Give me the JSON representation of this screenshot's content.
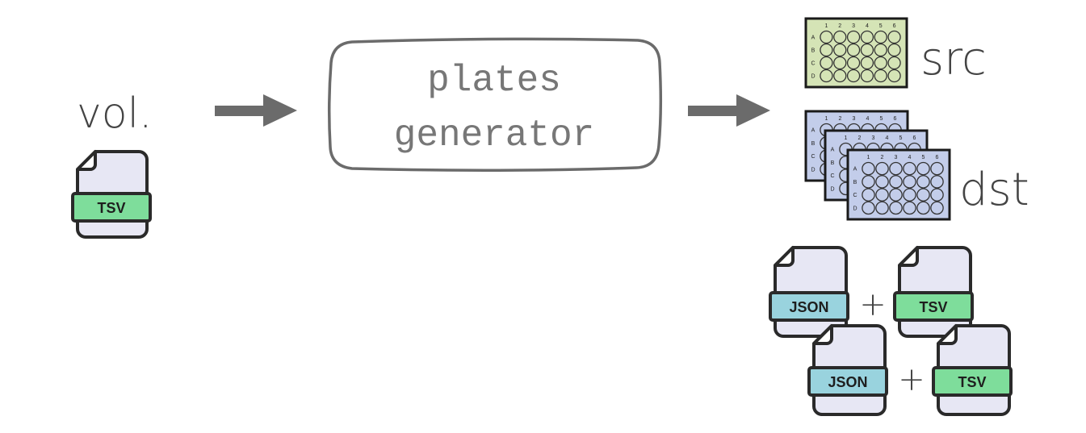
{
  "input": {
    "label": "vol.",
    "file_tag": "TSV"
  },
  "process": {
    "line1": "plates",
    "line2": "generator"
  },
  "outputs": {
    "src_label": "src",
    "dst_label": "dst",
    "plate_columns": [
      "1",
      "2",
      "3",
      "4",
      "5",
      "6"
    ],
    "plate_rows": [
      "A",
      "B",
      "C",
      "D"
    ],
    "file_pairs": [
      {
        "left_tag": "JSON",
        "plus": "+",
        "right_tag": "TSV"
      },
      {
        "left_tag": "JSON",
        "plus": "+",
        "right_tag": "TSV"
      }
    ]
  },
  "colors": {
    "arrow": "#6b6b6b",
    "src_plate": "#d5e4b6",
    "dst_plate": "#c3cdea",
    "json_tag": "#99d3de",
    "tsv_tag": "#7edd9b",
    "doc_body": "#e7e7f4"
  }
}
